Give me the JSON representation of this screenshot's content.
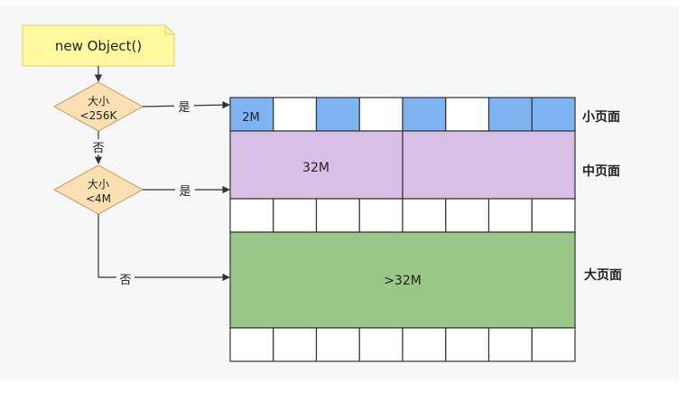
{
  "start_node": {
    "label": "new Object()",
    "fill": "#fffaa0"
  },
  "decision_small": {
    "line1": "大小",
    "line2": "<256K",
    "fill": "#fbe0b4"
  },
  "decision_medium": {
    "line1": "大小",
    "line2": "<4M",
    "fill": "#fbe0b4"
  },
  "edges": {
    "yes_small": "是",
    "no_small": "否",
    "yes_medium": "是",
    "no_medium": "否"
  },
  "memory": {
    "small_cell_label": "2M",
    "medium_block_label": "32M",
    "large_block_label": ">32M",
    "small_row_pattern": [
      "blue",
      "white",
      "blue",
      "white",
      "blue",
      "white",
      "blue",
      "blue"
    ],
    "colors": {
      "blue": "#7eb4f2",
      "white": "#ffffff",
      "purple": "#d8bfe6",
      "green": "#9ac888"
    }
  },
  "page_labels": {
    "small": "小页面",
    "medium": "中页面",
    "large": "大页面"
  }
}
